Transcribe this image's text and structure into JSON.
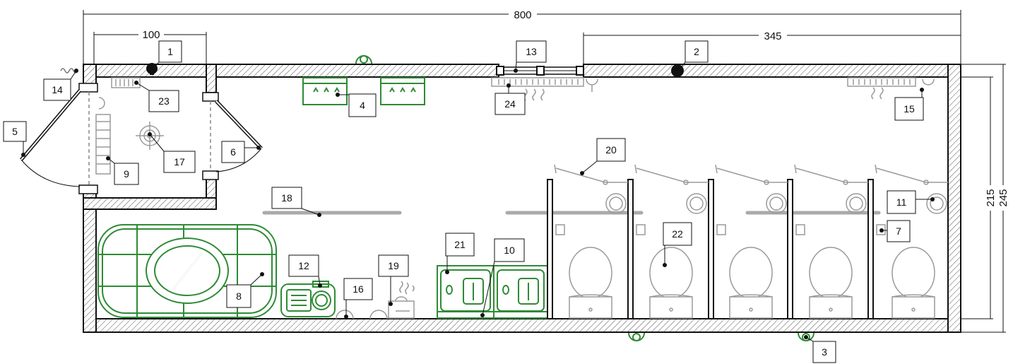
{
  "dimensions": {
    "overall_length": "800",
    "vestibule_width": "100",
    "right_section": "345",
    "inner_height": "215",
    "outer_height": "245"
  },
  "callouts": [
    "1",
    "2",
    "3",
    "4",
    "5",
    "6",
    "7",
    "8",
    "9",
    "10",
    "11",
    "12",
    "13",
    "14",
    "15",
    "16",
    "17",
    "18",
    "19",
    "20",
    "21",
    "22",
    "23",
    "24"
  ],
  "colors": {
    "wall_stroke": "#111111",
    "equipment_green": "#2e8b35",
    "fixture_grey": "#9a9a9a"
  }
}
